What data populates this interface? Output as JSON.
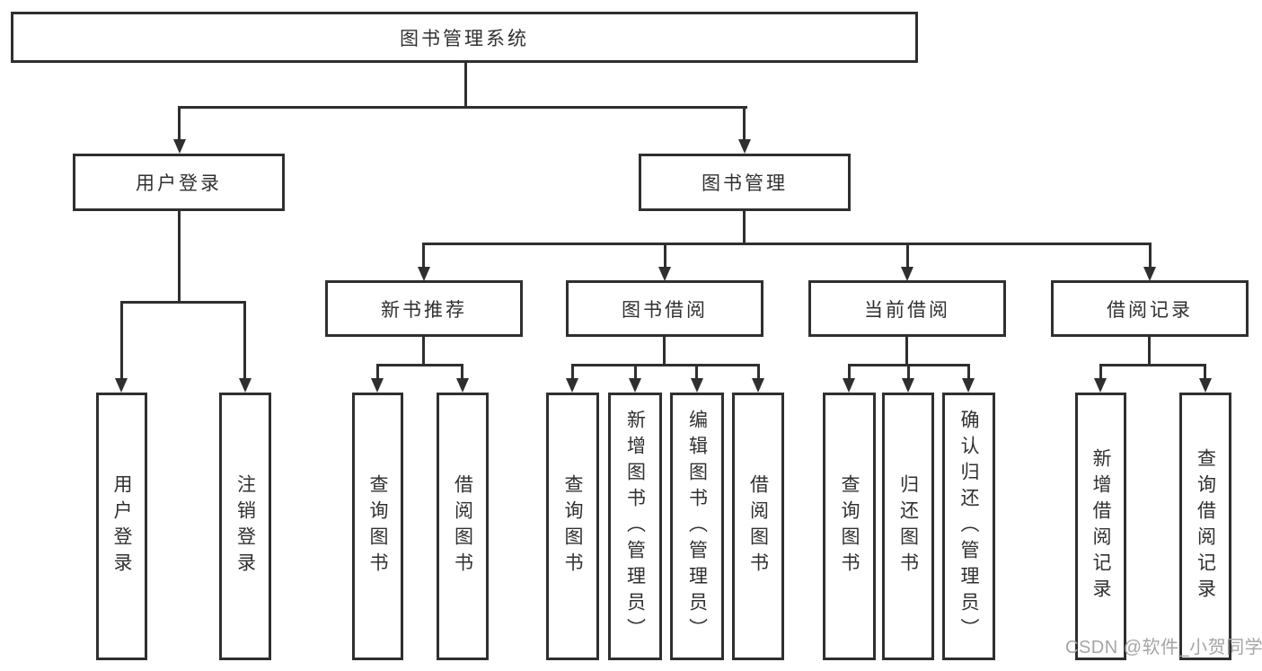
{
  "diagram": {
    "title": "图书管理系统",
    "type": "hierarchy-diagram",
    "tree": {
      "label": "图书管理系统",
      "children": [
        {
          "label": "用户登录",
          "children": [
            {
              "label": "用户登录"
            },
            {
              "label": "注销登录"
            }
          ]
        },
        {
          "label": "图书管理",
          "children": [
            {
              "label": "新书推荐",
              "children": [
                {
                  "label": "查询图书"
                },
                {
                  "label": "借阅图书"
                }
              ]
            },
            {
              "label": "图书借阅",
              "children": [
                {
                  "label": "查询图书"
                },
                {
                  "label": "新增图书（管理员）"
                },
                {
                  "label": "编辑图书（管理员）"
                },
                {
                  "label": "借阅图书"
                }
              ]
            },
            {
              "label": "当前借阅",
              "children": [
                {
                  "label": "查询图书"
                },
                {
                  "label": "归还图书"
                },
                {
                  "label": "确认归还（管理员）"
                }
              ]
            },
            {
              "label": "借阅记录",
              "children": [
                {
                  "label": "新增借阅记录"
                },
                {
                  "label": "查询借阅记录"
                }
              ]
            }
          ]
        }
      ]
    }
  },
  "watermark": {
    "text": "CSDN @软件_小贺同学"
  },
  "colors": {
    "line": "#2f2f2f",
    "box-border": "#2f2f2f",
    "box-fill": "#ffffff",
    "text": "#303030",
    "watermark": "#a5a5a5",
    "background": "#ffffff"
  }
}
